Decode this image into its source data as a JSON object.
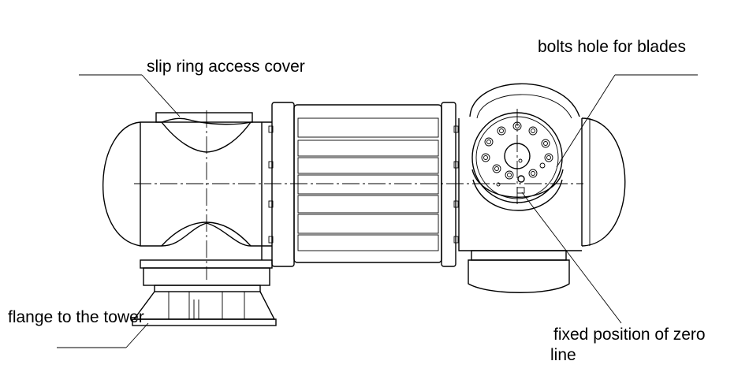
{
  "labels": {
    "slip_ring": "slip ring access cover",
    "bolts_hole": "bolts hole for blades",
    "flange": "flange to the tower",
    "zero_line_1": "fixed position of zero",
    "zero_line_2": " line"
  }
}
